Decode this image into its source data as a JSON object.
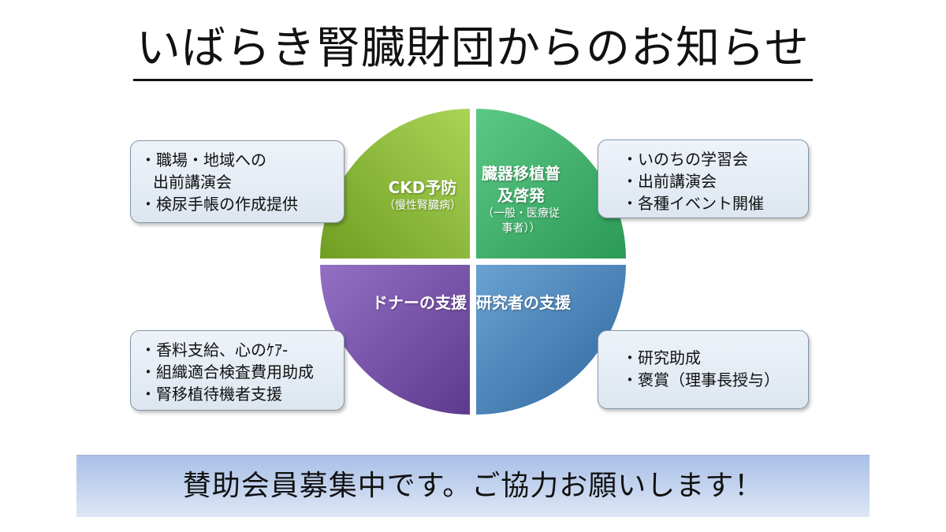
{
  "title": "いばらき腎臓財団からのお知らせ",
  "quadrants": {
    "top_left": {
      "main": "CKD予防",
      "sub": "（慢性腎臓病）",
      "color": "#8dbf3a"
    },
    "top_right": {
      "main": "臓器移植普及啓発",
      "sub": "（一般・医療従事者））",
      "color": "#3fb56a"
    },
    "bottom_left": {
      "main": "ドナーの支援",
      "color": "#7a52a8"
    },
    "bottom_right": {
      "main": "研究者の支援",
      "color": "#4782b8"
    }
  },
  "boxes": {
    "top_left": [
      "・職場・地域への",
      "出前講演会",
      "・検尿手帳の作成提供"
    ],
    "top_right": [
      "・いのちの学習会",
      "・出前講演会",
      "・各種イベント開催"
    ],
    "bottom_left": [
      "・香料支給、心のｹｱ-",
      "・組織適合検査費用助成",
      "・腎移植待機者支援"
    ],
    "bottom_right": [
      "・研究助成",
      "・褒賞（理事長授与）"
    ]
  },
  "banner": "賛助会員募集中です。ご協力お願いします！"
}
